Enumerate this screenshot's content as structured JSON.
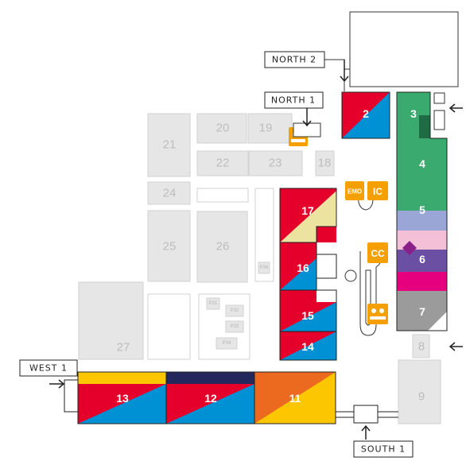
{
  "entrances": {
    "north2": "NORTH 2",
    "north1": "NORTH 1",
    "west1": "WEST 1",
    "south1": "SOUTH 1"
  },
  "halls": {
    "h2": "2",
    "h3": "3",
    "h4": "4",
    "h5": "5",
    "h6": "6",
    "h7": "7",
    "h8": "8",
    "h9": "9",
    "h11": "11",
    "h12": "12",
    "h13": "13",
    "h14": "14",
    "h15": "15",
    "h16": "16",
    "h17": "17",
    "h18": "18",
    "h19": "19",
    "h20": "20",
    "h21": "21",
    "h22": "22",
    "h23": "23",
    "h24": "24",
    "h25": "25",
    "h26": "26",
    "h27": "27"
  },
  "pavilions": {
    "p1": "P36",
    "p2": "P31",
    "p3": "P32",
    "p4": "P33",
    "p5": "P34"
  },
  "icons": {
    "ic": "IC",
    "cc": "CC",
    "emo": "EMO"
  },
  "colors": {
    "red": "#e4002b",
    "blue": "#0090d4",
    "green": "#3aaa6e",
    "dark_green": "#1f6b45",
    "lavender": "#9aa7d6",
    "pink": "#f3c0d8",
    "purple": "#6b4fa3",
    "magenta": "#e5007d",
    "grey_hall": "#9b9b9b",
    "orange": "#ec6a1f",
    "yellow": "#fcc600",
    "navy": "#24275c",
    "cream": "#ece3a0",
    "inactive": "#e6e6e6",
    "icon_orange": "#f5a000"
  }
}
